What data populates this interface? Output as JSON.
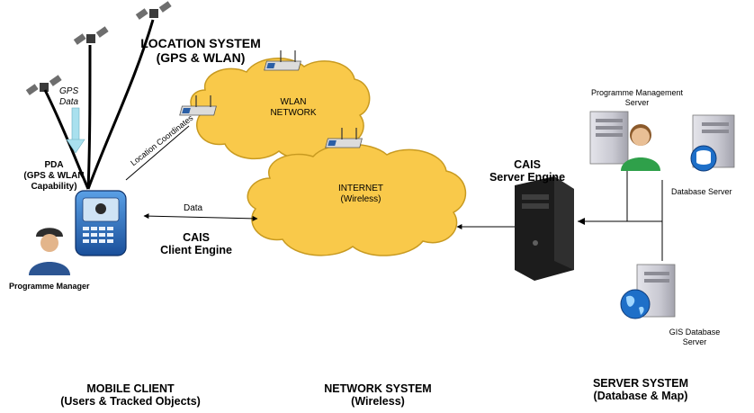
{
  "location_system": {
    "line1": "LOCATION SYSTEM",
    "line2": "(GPS & WLAN)"
  },
  "gps_data": {
    "line1": "GPS",
    "line2": "Data"
  },
  "pda": {
    "line1": "PDA",
    "line2": "(GPS & WLAN",
    "line3": "Capability)"
  },
  "programme_manager": "Programme Manager",
  "location_coordinates": "Location Coordinates",
  "data_label": "Data",
  "cais_client": {
    "line1": "CAIS",
    "line2": "Client Engine"
  },
  "wlan_cloud": {
    "line1": "WLAN",
    "line2": "NETWORK"
  },
  "internet_cloud": {
    "line1": "INTERNET",
    "line2": "(Wireless)"
  },
  "cais_server": {
    "line1": "CAIS",
    "line2": "Server Engine"
  },
  "pm_server": {
    "line1": "Programme Management",
    "line2": "Server"
  },
  "database_server": "Database Server",
  "gis_server": {
    "line1": "GIS Database",
    "line2": "Server"
  },
  "sections": {
    "mobile": {
      "line1": "MOBILE CLIENT",
      "line2": "(Users & Tracked Objects)"
    },
    "network": {
      "line1": "NETWORK SYSTEM",
      "line2": "(Wireless)"
    },
    "server": {
      "line1": "SERVER SYSTEM",
      "line2": "(Database & Map)"
    }
  },
  "colors": {
    "cloud_fill": "#f9c94a",
    "cloud_stroke": "#c89a20",
    "arrow_light_blue": "#a9e0ee",
    "server_dark": "#1c1c1c",
    "globe_blue": "#1e6fc8"
  }
}
